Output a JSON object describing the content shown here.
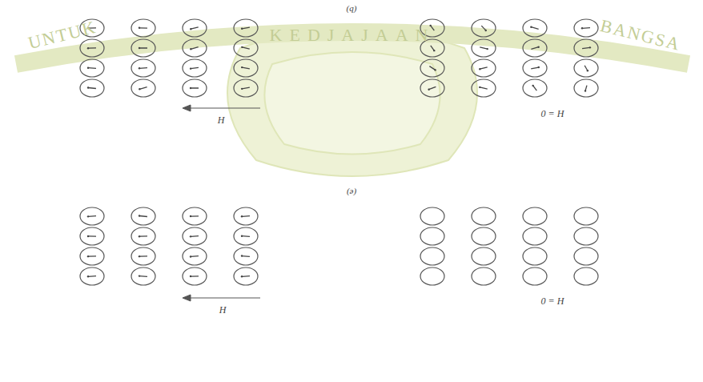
{
  "diagram": {
    "labels": [
      "UNTUK",
      "KEDJAJAAN",
      "BANGSA",
      "(q)",
      "H",
      "0 = H",
      "(ə)",
      "H",
      "0 = H"
    ]
  }
}
